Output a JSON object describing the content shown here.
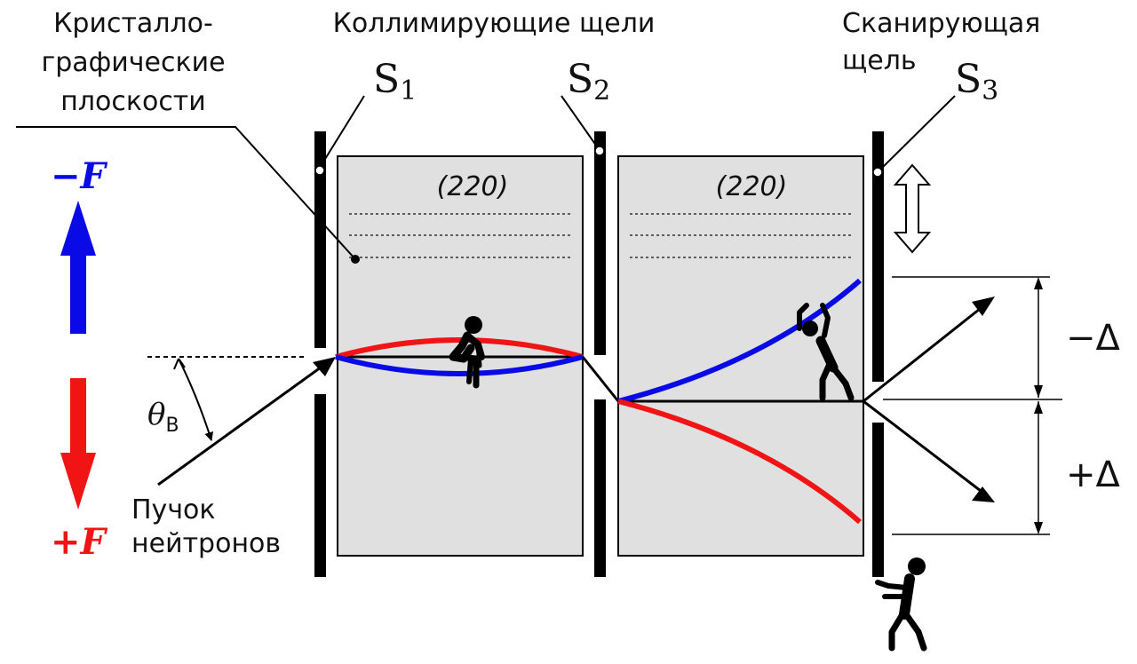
{
  "labels": {
    "crystal_planes": [
      "Кристалло-",
      "графические",
      "плоскости"
    ],
    "collimating_slits": "Коллимирующие щели",
    "scanning_slit": [
      "Сканирующая",
      "щель"
    ],
    "s1": {
      "letter": "S",
      "sub": "1"
    },
    "s2": {
      "letter": "S",
      "sub": "2"
    },
    "s3": {
      "letter": "S",
      "sub": "3"
    },
    "plane_index_1": "(220)",
    "plane_index_2": "(220)",
    "minus_f": {
      "sign": "−",
      "var": "F"
    },
    "plus_f": {
      "sign": "+",
      "var": "F"
    },
    "theta": {
      "sym": "θ",
      "sub": "B"
    },
    "beam": [
      "Пучок",
      "нейтронов"
    ],
    "minus_delta": "−Δ",
    "plus_delta": "+Δ"
  },
  "colors": {
    "blue": "#0a0ae6",
    "red": "#f01414",
    "crystal_fill": "#e0e0e0",
    "line": "#000000"
  }
}
